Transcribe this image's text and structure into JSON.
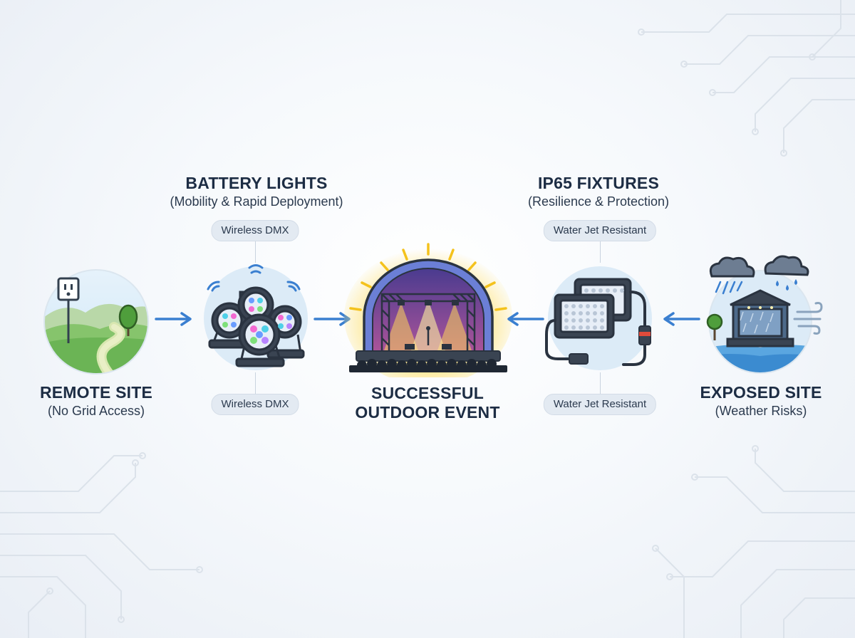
{
  "nodes": {
    "remote": {
      "title": "REMOTE SITE",
      "subtitle": "(No Grid Access)"
    },
    "battery": {
      "title": "BATTERY LIGHTS",
      "subtitle": "(Mobility & Rapid Deployment)",
      "badge_top": "Wireless DMX",
      "badge_bottom": "Wireless DMX"
    },
    "event": {
      "title_line1": "SUCCESSFUL",
      "title_line2": "OUTDOOR EVENT"
    },
    "ip65": {
      "title": "IP65 FIXTURES",
      "subtitle": "(Resilience & Protection)",
      "badge_top": "Water Jet Resistant",
      "badge_bottom": "Water Jet Resistant"
    },
    "exposed": {
      "title": "EXPOSED SITE",
      "subtitle": "(Weather Risks)"
    }
  },
  "icons": [
    "remote-landscape-icon",
    "battery-lights-icon",
    "outdoor-stage-icon",
    "ip65-fixture-icon",
    "weather-site-icon"
  ],
  "colors": {
    "arrow": "#3a7fd0",
    "title": "#1d2d44",
    "badge_bg": "#e3eaf2",
    "accent_glow": "#ffd84a"
  }
}
